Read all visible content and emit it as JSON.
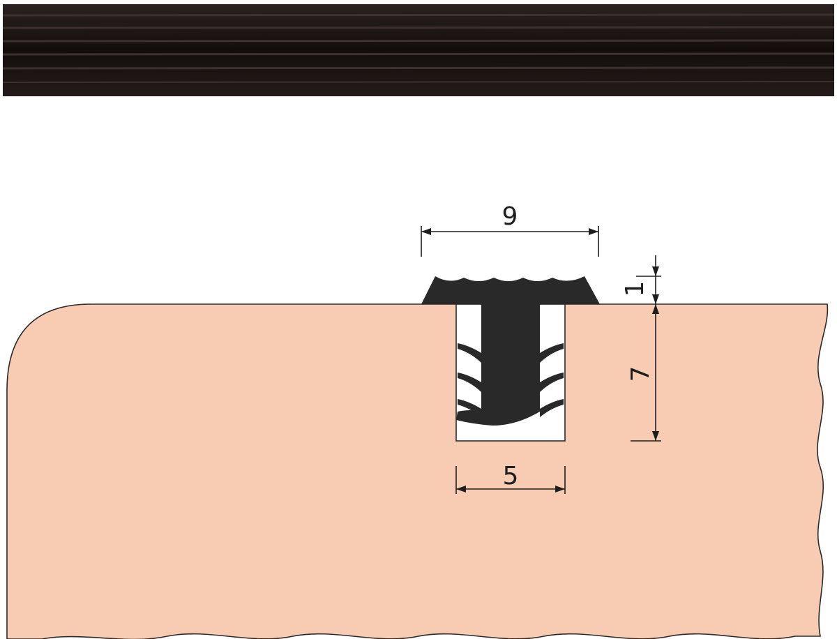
{
  "colors": {
    "board": "#f8cbb3",
    "board_edge": "#2a2a2a",
    "profile": "#292929",
    "strip": "#181311",
    "groove": "#ffffff",
    "dimension": "#1e1e1e"
  },
  "dimensions": {
    "width_top": "9",
    "height_head": "1",
    "height_foot": "7",
    "width_foot": "5"
  }
}
